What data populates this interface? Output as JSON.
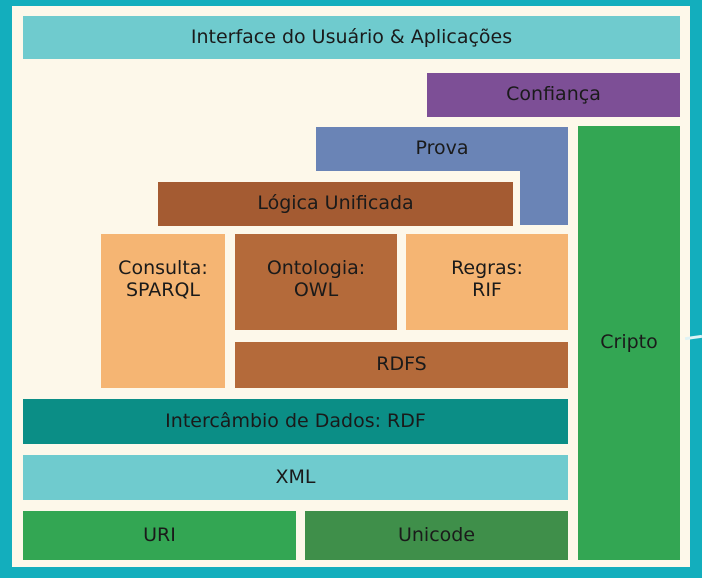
{
  "stack": {
    "interface": "Interface do Usuário & Aplicações",
    "confianca": "Confiança",
    "prova": "Prova",
    "logica": "Lógica Unificada",
    "consulta": [
      "Consulta:",
      "SPARQL"
    ],
    "ontologia": [
      "Ontologia:",
      "OWL"
    ],
    "regras": [
      "Regras:",
      "RIF"
    ],
    "rdfs": "RDFS",
    "rdf": "Intercâmbio de Dados: RDF",
    "xml": "XML",
    "uri": "URI",
    "unicode": "Unicode",
    "cripto": "Cripto"
  },
  "colors": {
    "frame": "#13aebd",
    "background": "#fdf8ea",
    "light_teal": "#6fcbce",
    "purple": "#7d4f96",
    "blue": "#6a84b6",
    "brown": "#a45b32",
    "mid_brown": "#b46a3a",
    "light_orange": "#f5b573",
    "dark_teal": "#0b8e86",
    "green": "#33a653",
    "dark_green": "#3f8f4a"
  }
}
